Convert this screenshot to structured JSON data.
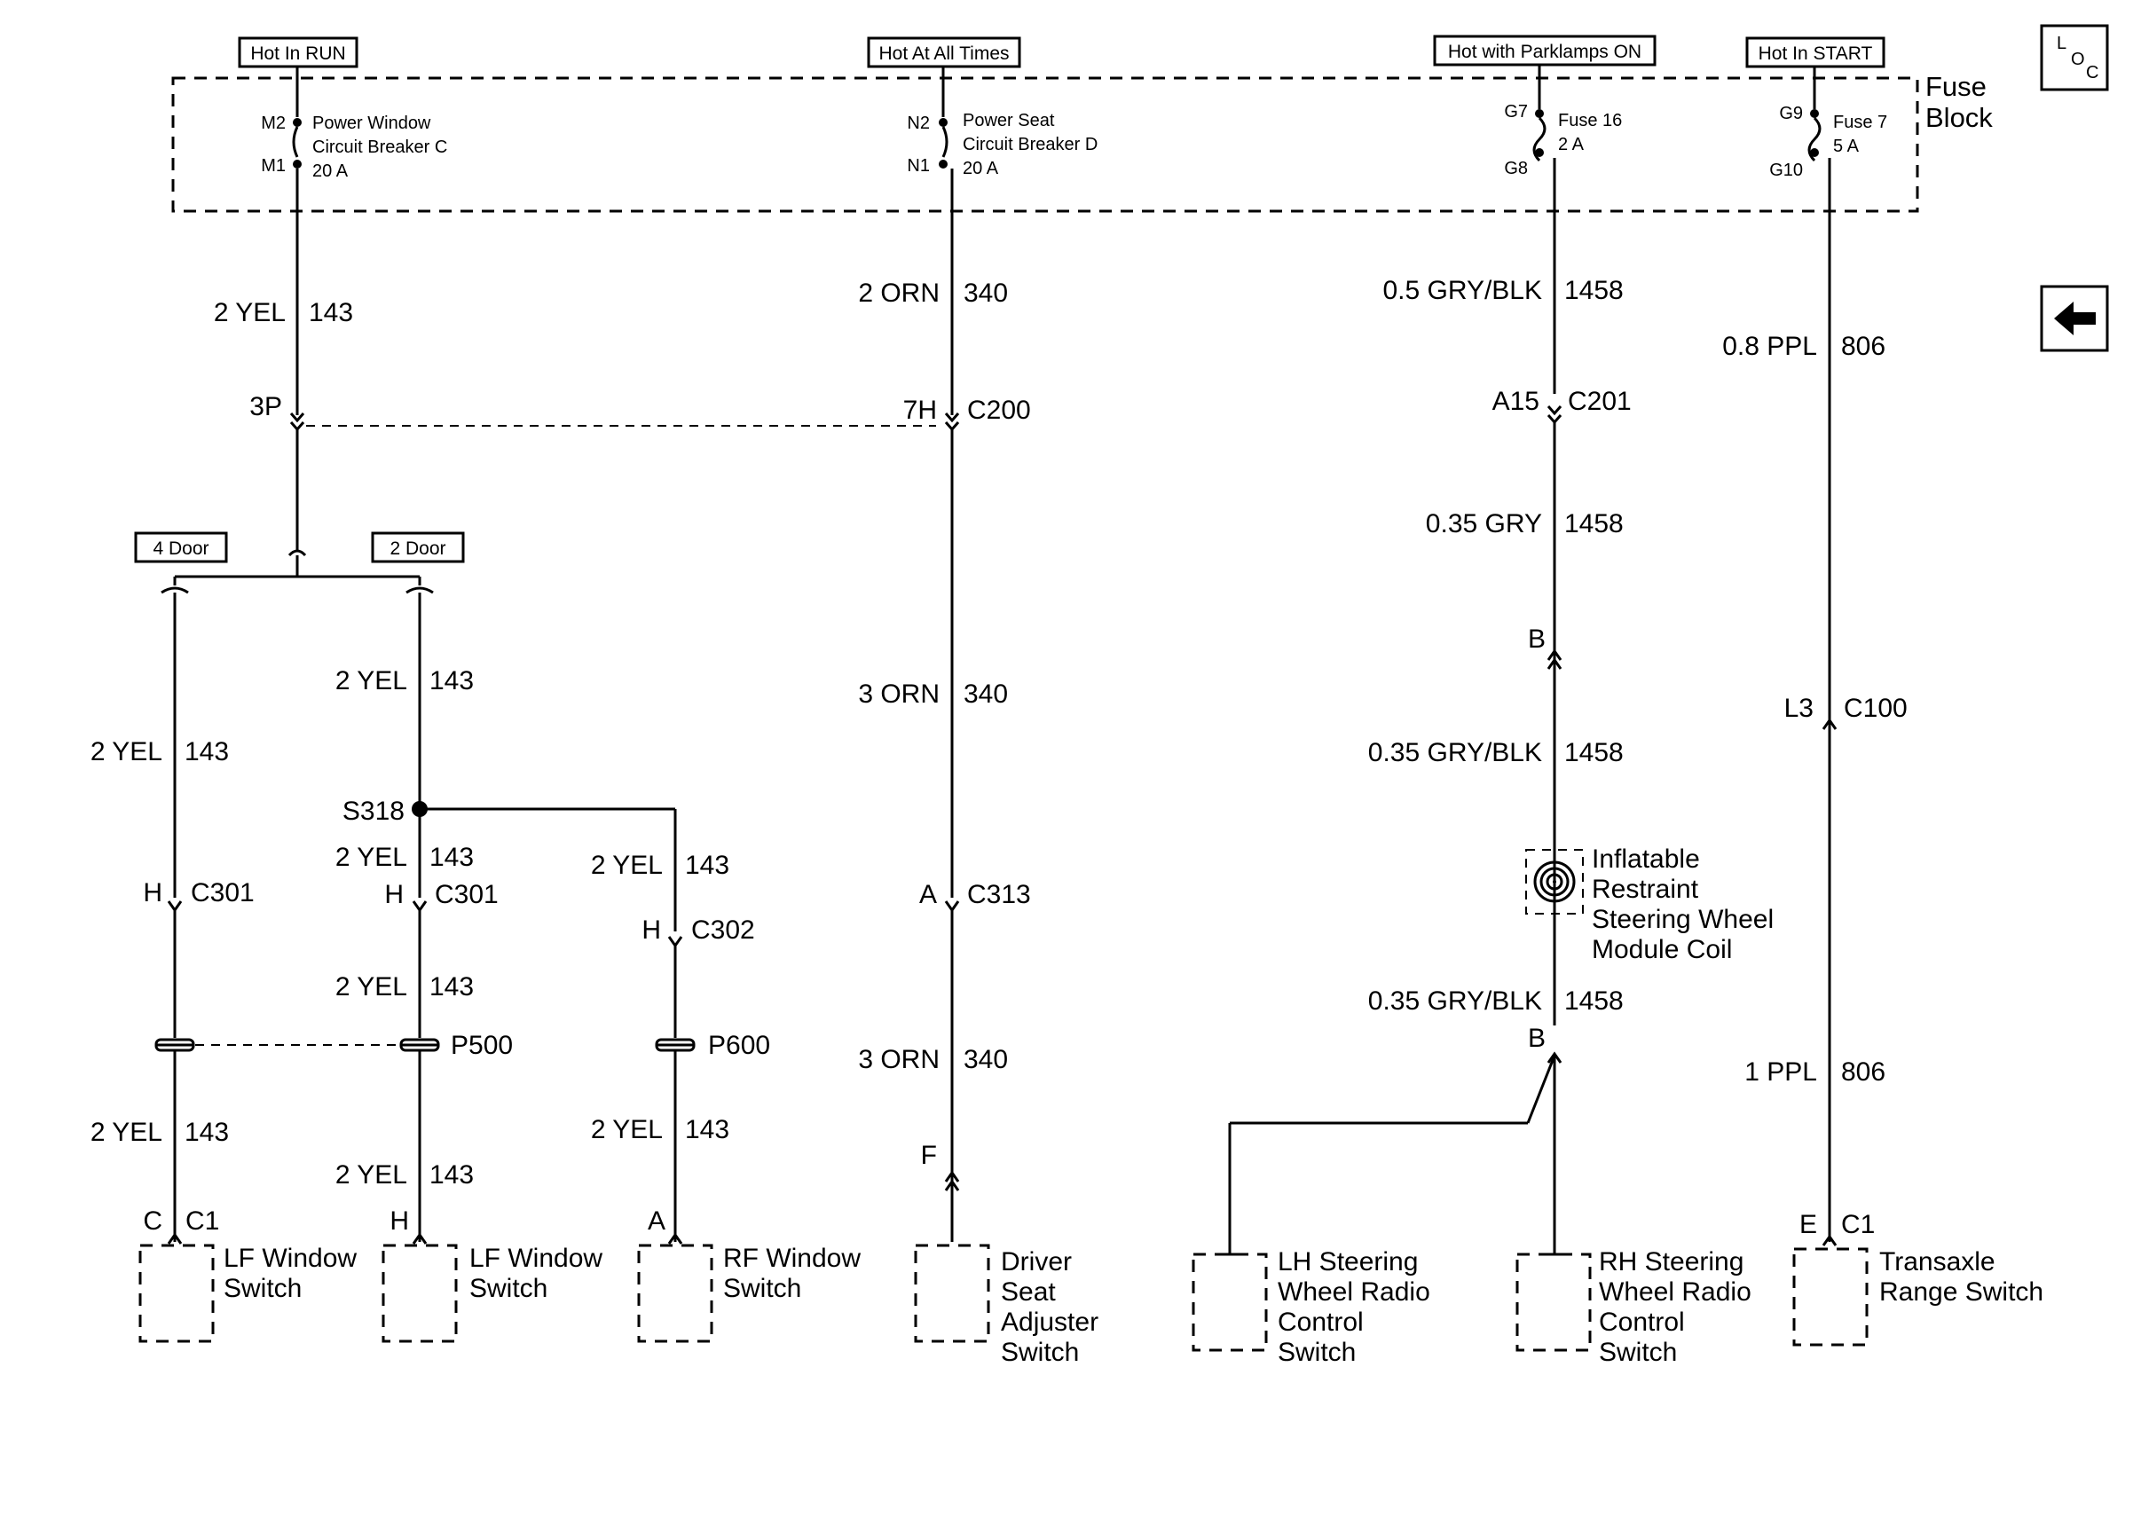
{
  "colors": {
    "ink": "#000000",
    "paper": "#ffffff"
  },
  "headers": {
    "run": "Hot In RUN",
    "all_times": "Hot At All Times",
    "parklamps": "Hot with Parklamps ON",
    "start": "Hot In START"
  },
  "fuse_block": {
    "label_line1": "Fuse",
    "label_line2": "Block",
    "cb_c": {
      "pin_top": "M2",
      "pin_bottom": "M1",
      "line1": "Power Window",
      "line2": "Circuit Breaker C",
      "line3": "20 A"
    },
    "cb_d": {
      "pin_top": "N2",
      "pin_bottom": "N1",
      "line1": "Power Seat",
      "line2": "Circuit Breaker D",
      "line3": "20 A"
    },
    "fuse16": {
      "pin_top": "G7",
      "pin_bottom": "G8",
      "line1": "Fuse 16",
      "line2": "2 A"
    },
    "fuse7": {
      "pin_top": "G9",
      "pin_bottom": "G10",
      "line1": "Fuse 7",
      "line2": "5 A"
    }
  },
  "nav": {
    "loc_l": "L",
    "loc_o": "O",
    "loc_c": "C",
    "back_icon": "arrow-left-icon"
  },
  "circuit_143": {
    "wire_top": {
      "color": "2 YEL",
      "number": "143"
    },
    "c200_pin": "3P",
    "options": {
      "four_door": "4 Door",
      "two_door": "2 Door"
    },
    "four_door": {
      "wire1": {
        "color": "2 YEL",
        "number": "143"
      },
      "conn_pin": "H",
      "conn": "C301",
      "wire2": {
        "color": "2 YEL",
        "number": "143"
      },
      "term_pin": "C",
      "term_conn": "C1",
      "comp_line1": "LF Window",
      "comp_line2": "Switch"
    },
    "two_door": {
      "wire1": {
        "color": "2 YEL",
        "number": "143"
      },
      "splice": "S318",
      "wire2": {
        "color": "2 YEL",
        "number": "143"
      },
      "conn_pin": "H",
      "conn": "C301",
      "wire3": {
        "color": "2 YEL",
        "number": "143"
      },
      "passthru": "P500",
      "wire4": {
        "color": "2 YEL",
        "number": "143"
      },
      "term_pin": "H",
      "comp_line1": "LF Window",
      "comp_line2": "Switch"
    },
    "rf": {
      "wire1": {
        "color": "2 YEL",
        "number": "143"
      },
      "conn_pin": "H",
      "conn": "C302",
      "passthru": "P600",
      "wire2": {
        "color": "2 YEL",
        "number": "143"
      },
      "term_pin": "A",
      "comp_line1": "RF Window",
      "comp_line2": "Switch"
    }
  },
  "circuit_340": {
    "wire1": {
      "color": "2 ORN",
      "number": "340"
    },
    "c200_pin": "7H",
    "c200": "C200",
    "wire2": {
      "color": "3 ORN",
      "number": "340"
    },
    "conn_pin": "A",
    "conn": "C313",
    "wire3": {
      "color": "3 ORN",
      "number": "340"
    },
    "term_pin": "F",
    "comp_line1": "Driver",
    "comp_line2": "Seat",
    "comp_line3": "Adjuster",
    "comp_line4": "Switch"
  },
  "circuit_1458": {
    "wire1": {
      "color": "0.5 GRY/BLK",
      "number": "1458"
    },
    "conn_pin": "A15",
    "conn": "C201",
    "wire2": {
      "color": "0.35 GRY",
      "number": "1458"
    },
    "coil_in_pin": "B",
    "wire3": {
      "color": "0.35 GRY/BLK",
      "number": "1458"
    },
    "coil_line1": "Inflatable",
    "coil_line2": "Restraint",
    "coil_line3": "Steering Wheel",
    "coil_line4": "Module Coil",
    "wire4": {
      "color": "0.35 GRY/BLK",
      "number": "1458"
    },
    "coil_out_pin": "B",
    "lh_line1": "LH Steering",
    "lh_line2": "Wheel Radio",
    "lh_line3": "Control",
    "lh_line4": "Switch",
    "rh_line1": "RH Steering",
    "rh_line2": "Wheel Radio",
    "rh_line3": "Control",
    "rh_line4": "Switch"
  },
  "circuit_806": {
    "wire1": {
      "color": "0.8 PPL",
      "number": "806"
    },
    "conn_pin": "L3",
    "conn": "C100",
    "wire2": {
      "color": "1 PPL",
      "number": "806"
    },
    "term_pin": "E",
    "term_conn": "C1",
    "comp_line1": "Transaxle",
    "comp_line2": "Range Switch"
  }
}
